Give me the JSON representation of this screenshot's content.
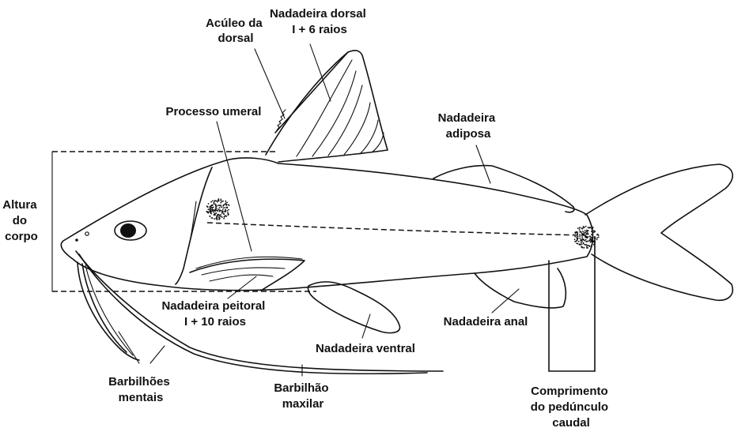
{
  "labels": {
    "aculeo": [
      "Acúleo da",
      "dorsal"
    ],
    "dorsal": [
      "Nadadeira dorsal",
      "I + 6 raios"
    ],
    "umeral": [
      "Processo umeral"
    ],
    "adiposa": [
      "Nadadeira",
      "adiposa"
    ],
    "altura": [
      "Altura",
      "do",
      "corpo"
    ],
    "peitoral": [
      "Nadadeira peitoral",
      "I + 10 raios"
    ],
    "ventral": [
      "Nadadeira ventral"
    ],
    "anal": [
      "Nadadeira anal"
    ],
    "mentais": [
      "Barbilhões",
      "mentais"
    ],
    "maxilar": [
      "Barbilhão",
      "maxilar"
    ],
    "pedunculo": [
      "Comprimento",
      "do pedúnculo",
      "caudal"
    ]
  }
}
